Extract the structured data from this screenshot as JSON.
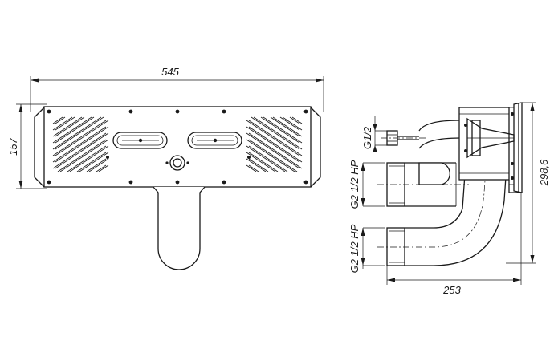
{
  "drawing": {
    "front_view": {
      "width_dim": "545",
      "height_dim": "157"
    },
    "side_view": {
      "thread_upper": "G1/2",
      "thread_inlet_top": "G2 1/2 HP",
      "thread_inlet_bottom": "G2 1/2 HP",
      "depth_dim": "253",
      "height_dim": "298,6"
    }
  }
}
